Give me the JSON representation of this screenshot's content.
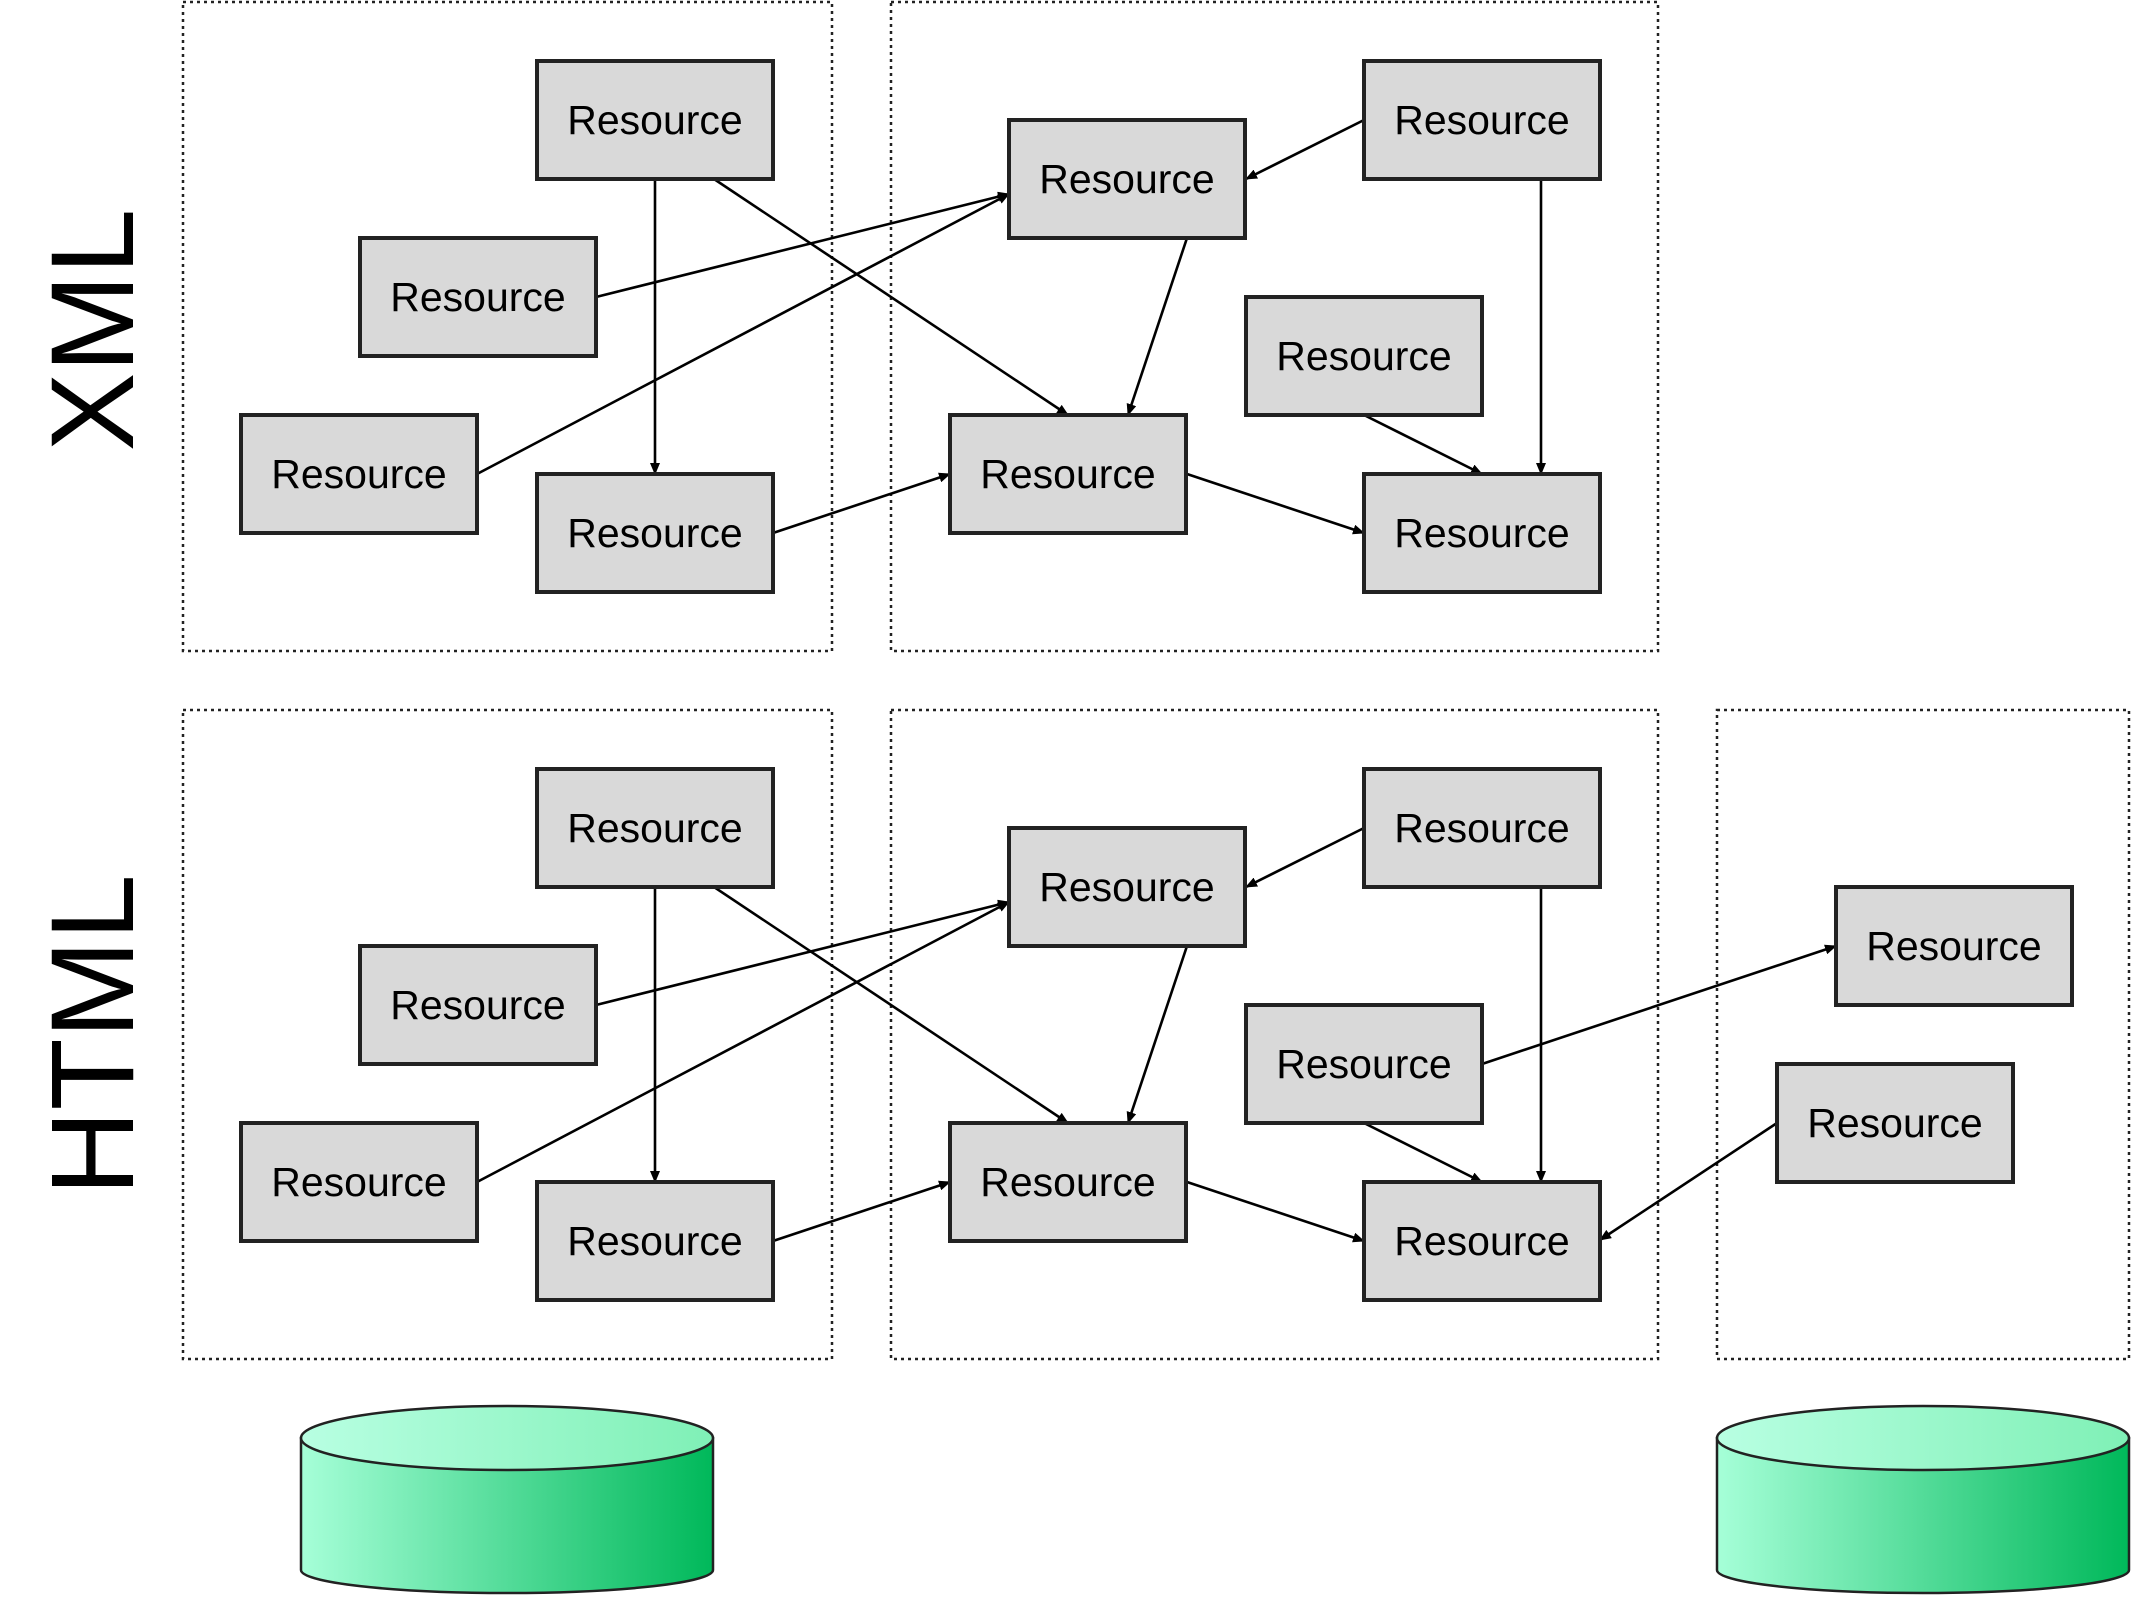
{
  "rows": {
    "xml": {
      "label": "XML"
    },
    "html": {
      "label": "HTML"
    }
  },
  "node_label": "Resource",
  "colors": {
    "box_fill": "#d9d9d9",
    "box_stroke": "#222222",
    "db_light": "#a6ffd8",
    "db_dark": "#00b85a"
  }
}
